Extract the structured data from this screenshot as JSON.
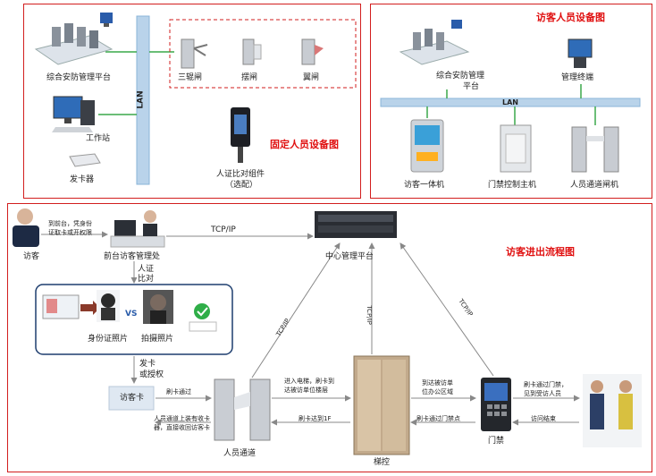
{
  "panel_fixed": {
    "title": "固定人员设备图",
    "platform": "综合安防管理平台",
    "lan": "LAN",
    "gate_tripod": "三辊闸",
    "gate_swing": "摆闸",
    "gate_wing": "翼闸",
    "workstation": "工作站",
    "card_issuer": "发卡器",
    "face_module_line1": "人证比对组件",
    "face_module_line2": "（选配）"
  },
  "panel_visitor_equipment": {
    "title": "访客人员设备图",
    "platform_line1": "综合安防管理",
    "platform_line2": "平台",
    "terminal": "管理终端",
    "lan": "LAN",
    "kiosk": "访客一体机",
    "door_controller": "门禁控制主机",
    "turnstile": "人员通道闸机"
  },
  "panel_flow": {
    "title": "访客进出流程图",
    "visitor": "访客",
    "visitor_note_line1": "到前台，凭身份",
    "visitor_note_line2": "证取卡或开权限",
    "reception": "前台访客管理处",
    "tcp_ip_top": "TCP/IP",
    "central_platform": "中心管理平台",
    "verify_line1": "人证",
    "verify_line2": "比对",
    "vs": "VS",
    "id_photo": "身份证照片",
    "captured_photo": "拍摄照片",
    "issue_card_line1": "发卡",
    "issue_card_line2": "或授权",
    "visitor_card": "访客卡",
    "swipe_pass": "刷卡通过",
    "recycle_line1": "人员通道上装有收卡",
    "recycle_line2": "器，直接收回访客卡",
    "passage": "人员通道",
    "elevator_note_line1": "进入电梯，刷卡到",
    "elevator_note_line2": "达被访单位楼层",
    "swipe_to_1f": "刷卡达到1F",
    "tcp_ip_left": "TCP/IP",
    "tcp_ip_mid": "TCP/IP",
    "tcp_ip_right": "TCP/IP",
    "elevator": "梯控",
    "arrive_line1": "到达被访单",
    "arrive_line2": "位办公区域",
    "swipe_door_point": "刷卡通过门禁点",
    "door_access": "门禁",
    "meet_line1": "刷卡通过门禁，",
    "meet_line2": "见到受访人员",
    "visit_end": "访问结束"
  },
  "colors": {
    "border_red": "#d21e1e",
    "lan_blue": "#8ab4d8",
    "line_green": "#3aa84a",
    "arrow_gray": "#888888"
  }
}
